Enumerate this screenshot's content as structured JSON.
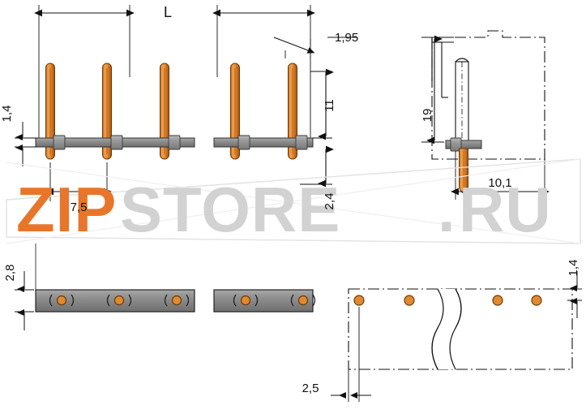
{
  "drawing": {
    "title": "Technical dimension drawing of a PCB terminal block / pin header strip",
    "units": "mm",
    "line_color": "#111111",
    "pin_color": "#e08a30",
    "pin_dark": "#8a4a10",
    "body_gray": "#8d8d8d",
    "watermark_gray": "#d8d8d8",
    "watermark_orange": "#e8762a"
  },
  "watermark": {
    "text_zip": "ZIP",
    "text_store": "STORE",
    "text_dot": ".",
    "text_ru": "RU"
  },
  "dimensions": {
    "length_label": "L",
    "d_1_95": "1,95",
    "d_1_4_left": "1,4",
    "d_11": "11",
    "d_19": "19",
    "d_7_5": "7,5",
    "d_2_4": "2,4",
    "d_10_1": "10,1",
    "d_2_8": "2,8",
    "d_1_4_right": "1,4",
    "d_2_5": "2,5"
  },
  "views": {
    "front": "front-elevation-view",
    "side": "side-elevation-view",
    "bottom_left": "bottom-view-left",
    "bottom_right": "bottom-view-right"
  }
}
